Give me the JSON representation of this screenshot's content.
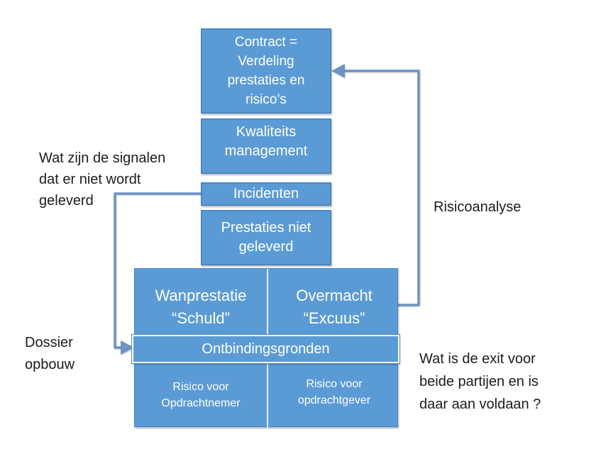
{
  "colors": {
    "box_fill": "#5B9BD5",
    "box_border": "#4B86C4",
    "connector": "#6C93C3",
    "box_text": "#FFFFFF",
    "label_text": "#1C1C1C",
    "background": "#FFFFFF"
  },
  "diagram": {
    "boxes": {
      "contract": {
        "text": "Contract =\nVerdeling\nprestaties en\nrisico’s"
      },
      "kwaliteits": {
        "text": "Kwaliteits\nmanagement"
      },
      "incidenten": {
        "text": "Incidenten"
      },
      "prestaties": {
        "text": "Prestaties niet\ngeleverd"
      },
      "wanprestatie": {
        "text": "Wanprestatie\n“Schuld”"
      },
      "overmacht": {
        "text": "Overmacht\n“Excuus”"
      },
      "ontbindingsgronden": {
        "text": "Ontbindingsgronden"
      },
      "risico_opdrachtnemer": {
        "text": "Risico voor\nOpdrachtnemer"
      },
      "risico_opdrachtgever": {
        "text": "Risico voor\nopdrachtgever"
      }
    },
    "labels": {
      "signalen": {
        "text": "Wat zijn de signalen\ndat er niet wordt\ngeleverd"
      },
      "dossier_opbouw": {
        "text": "Dossier\nopbouw"
      },
      "risicoanalyse": {
        "text": "Risicoanalyse"
      },
      "exit": {
        "text": "Wat is de exit voor\nbeide partijen en is\ndaar aan voldaan ?"
      }
    },
    "connectors": {
      "dossier_loop": "from Incidenten box left side, down to Ontbindingsgronden (arrow right)",
      "risico_loop": "from Overmacht box right side, up to Contract box (arrow left)"
    }
  }
}
